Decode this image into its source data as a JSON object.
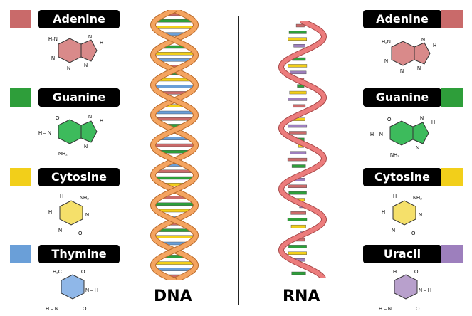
{
  "left_panel": {
    "bases": [
      {
        "name": "Adenine",
        "color": "#c96a6a"
      },
      {
        "name": "Guanine",
        "color": "#2e9e3a"
      },
      {
        "name": "Cytosine",
        "color": "#f2cf1a"
      },
      {
        "name": "Thymine",
        "color": "#6a9fd8"
      }
    ],
    "molecules": [
      {
        "atoms": [
          "H2N",
          "N",
          "N",
          "N",
          "H",
          "N"
        ]
      },
      {
        "atoms": [
          "O",
          "H–N",
          "NH2",
          "N",
          "N",
          "H"
        ]
      },
      {
        "atoms": [
          "H",
          "NH2",
          "H",
          "N",
          "N",
          "O"
        ]
      },
      {
        "atoms": [
          "H3C",
          "O",
          "N–H",
          "H–N",
          "O"
        ]
      }
    ]
  },
  "right_panel": {
    "bases": [
      {
        "name": "Adenine",
        "color": "#c96a6a"
      },
      {
        "name": "Guanine",
        "color": "#2e9e3a"
      },
      {
        "name": "Cytosine",
        "color": "#f2cf1a"
      },
      {
        "name": "Uracil",
        "color": "#9d7fbd"
      }
    ]
  },
  "dna_label": "DNA",
  "rna_label": "RNA",
  "colors": {
    "dna_backbone": "#f4a460",
    "dna_backbone_edge": "#b8692a",
    "rna_backbone": "#ec7c7c",
    "rna_backbone_edge": "#a84848",
    "adenine_ring": "#d98a8a",
    "guanine_ring": "#3dbb5c",
    "cytosine_ring": "#f5e06a",
    "thymine_ring": "#8fb7e8",
    "uracil_ring": "#b8a0cc"
  }
}
